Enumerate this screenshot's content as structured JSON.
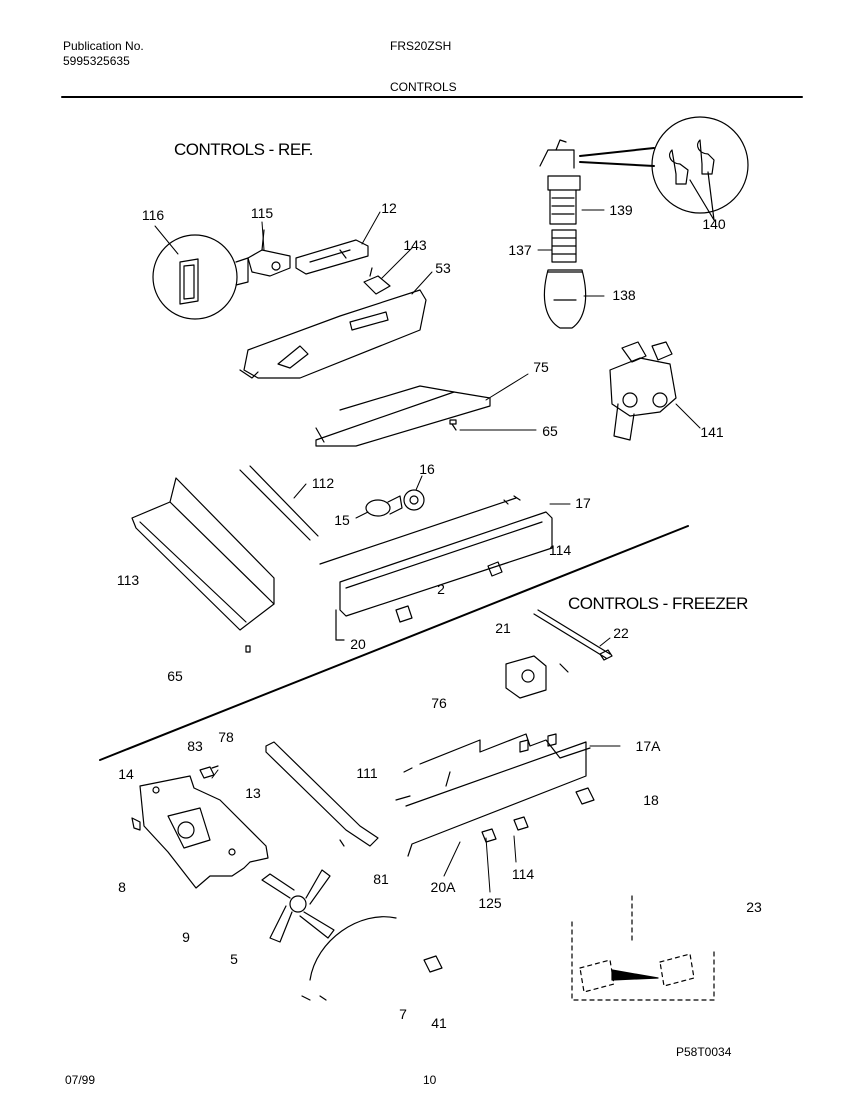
{
  "header": {
    "publication_label": "Publication No.",
    "publication_number": "5995325635",
    "model": "FRS20ZSH",
    "section": "CONTROLS"
  },
  "diagram": {
    "title_ref": "CONTROLS  -  REF.",
    "title_freezer": "CONTROLS  -  FREEZER",
    "callouts": {
      "c116": "116",
      "c115": "115",
      "c12": "12",
      "c143": "143",
      "c53": "53",
      "c139": "139",
      "c140": "140",
      "c137": "137",
      "c138": "138",
      "c141": "141",
      "c75": "75",
      "c65a": "65",
      "c16": "16",
      "c112": "112",
      "c17": "17",
      "c15": "15",
      "c114a": "114",
      "c113": "113",
      "c2": "2",
      "c20": "20",
      "c65b": "65",
      "c21": "21",
      "c22": "22",
      "c76": "76",
      "c83": "83",
      "c78": "78",
      "c17a": "17A",
      "c14": "14",
      "c111": "111",
      "c13": "13",
      "c18": "18",
      "c8": "8",
      "c81": "81",
      "c20a": "20A",
      "c114b": "114",
      "c125": "125",
      "c23": "23",
      "c9": "9",
      "c5": "5",
      "c7": "7",
      "c41": "41"
    }
  },
  "footer": {
    "date": "07/99",
    "page": "10",
    "diagram_code": "P58T0034"
  }
}
